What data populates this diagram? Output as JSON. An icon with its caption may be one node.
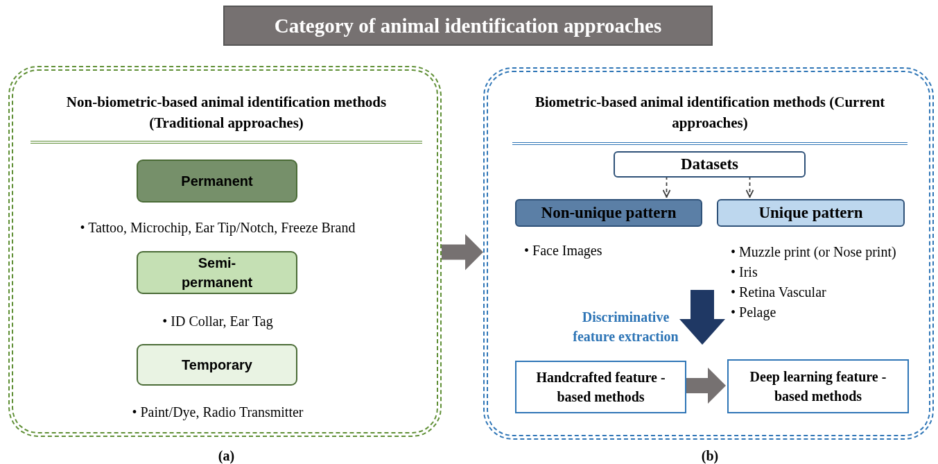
{
  "diagram": {
    "title": "Category of animal identification approaches",
    "nodes": [
      {
        "text": [
          "Non-biometric-based animal identification methods (Traditional approaches)"
        ],
        "beside": [
          "(a)"
        ]
      },
      {
        "text": [
          "Permanent"
        ],
        "in": 0,
        "beside": [
          "• Tattoo, Microchip, Ear Tip/Notch, Freeze Brand"
        ]
      },
      {
        "text": [
          "Semi-permanent"
        ],
        "in": 0,
        "beside": [
          "• ID Collar, Ear Tag"
        ]
      },
      {
        "text": [
          "Temporary"
        ],
        "in": 0,
        "beside": [
          "• Paint/Dye, Radio Transmitter"
        ]
      },
      {
        "text": [
          "Biometric-based animal identification methods (Current approaches)"
        ],
        "beside": [
          "(b)"
        ]
      },
      {
        "text": [
          "Datasets"
        ],
        "in": 4
      },
      {
        "text": [
          "Non-unique pattern"
        ],
        "in": 4,
        "beside": [
          "• Face Images"
        ]
      },
      {
        "text": [
          "Unique pattern"
        ],
        "in": 4,
        "beside": [
          "• Muzzle print (or Nose print)",
          "• Iris",
          "• Retina Vascular",
          "• Pelage"
        ]
      },
      {
        "text": [
          "Handcrafted feature -based methods"
        ],
        "in": 4
      },
      {
        "text": [
          "Deep learning feature -based methods"
        ],
        "in": 4
      }
    ],
    "edges": [
      {
        "from": 0,
        "to": 4,
        "arrow": "to",
        "style": "thick",
        "color": "#767171"
      },
      {
        "from": 5,
        "to": 6,
        "arrow": "to",
        "style": "dashed"
      },
      {
        "from": 5,
        "to": 7,
        "arrow": "to",
        "style": "dashed"
      },
      {
        "from": 8,
        "to": 9,
        "arrow": "to",
        "style": "thick",
        "color": "#767171"
      }
    ],
    "labels": [
      "Discriminative feature extraction"
    ]
  }
}
